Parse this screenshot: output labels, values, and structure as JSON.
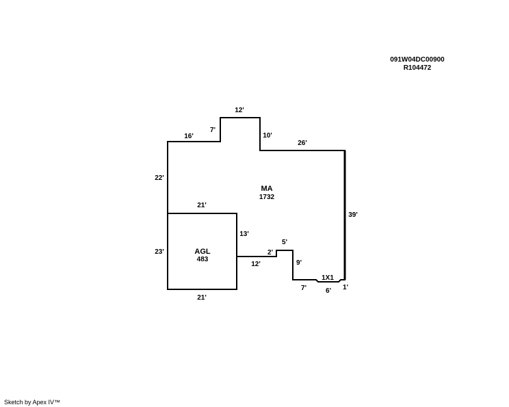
{
  "header": {
    "parcel_id": "091W04DC00900",
    "account": "R104472"
  },
  "footer": {
    "credit": "Sketch by Apex IV™"
  },
  "areas": {
    "main": {
      "label": "MA",
      "sqft": "1732"
    },
    "garage": {
      "label": "AGL",
      "sqft": "483"
    },
    "small": {
      "label": "1X1"
    }
  },
  "dimensions": {
    "top_left": "16'",
    "bump_left": "7'",
    "bump_top": "12'",
    "bump_right": "10'",
    "top_right": "26'",
    "left_upper": "22'",
    "right_side": "39'",
    "garage_top": "21'",
    "garage_left": "23'",
    "garage_bottom": "21'",
    "garage_right": "13'",
    "step_12": "12'",
    "step_2": "2'",
    "step_5": "5'",
    "step_9": "9'",
    "step_7": "7'",
    "bottom_6": "6'",
    "bottom_1": "1'"
  }
}
